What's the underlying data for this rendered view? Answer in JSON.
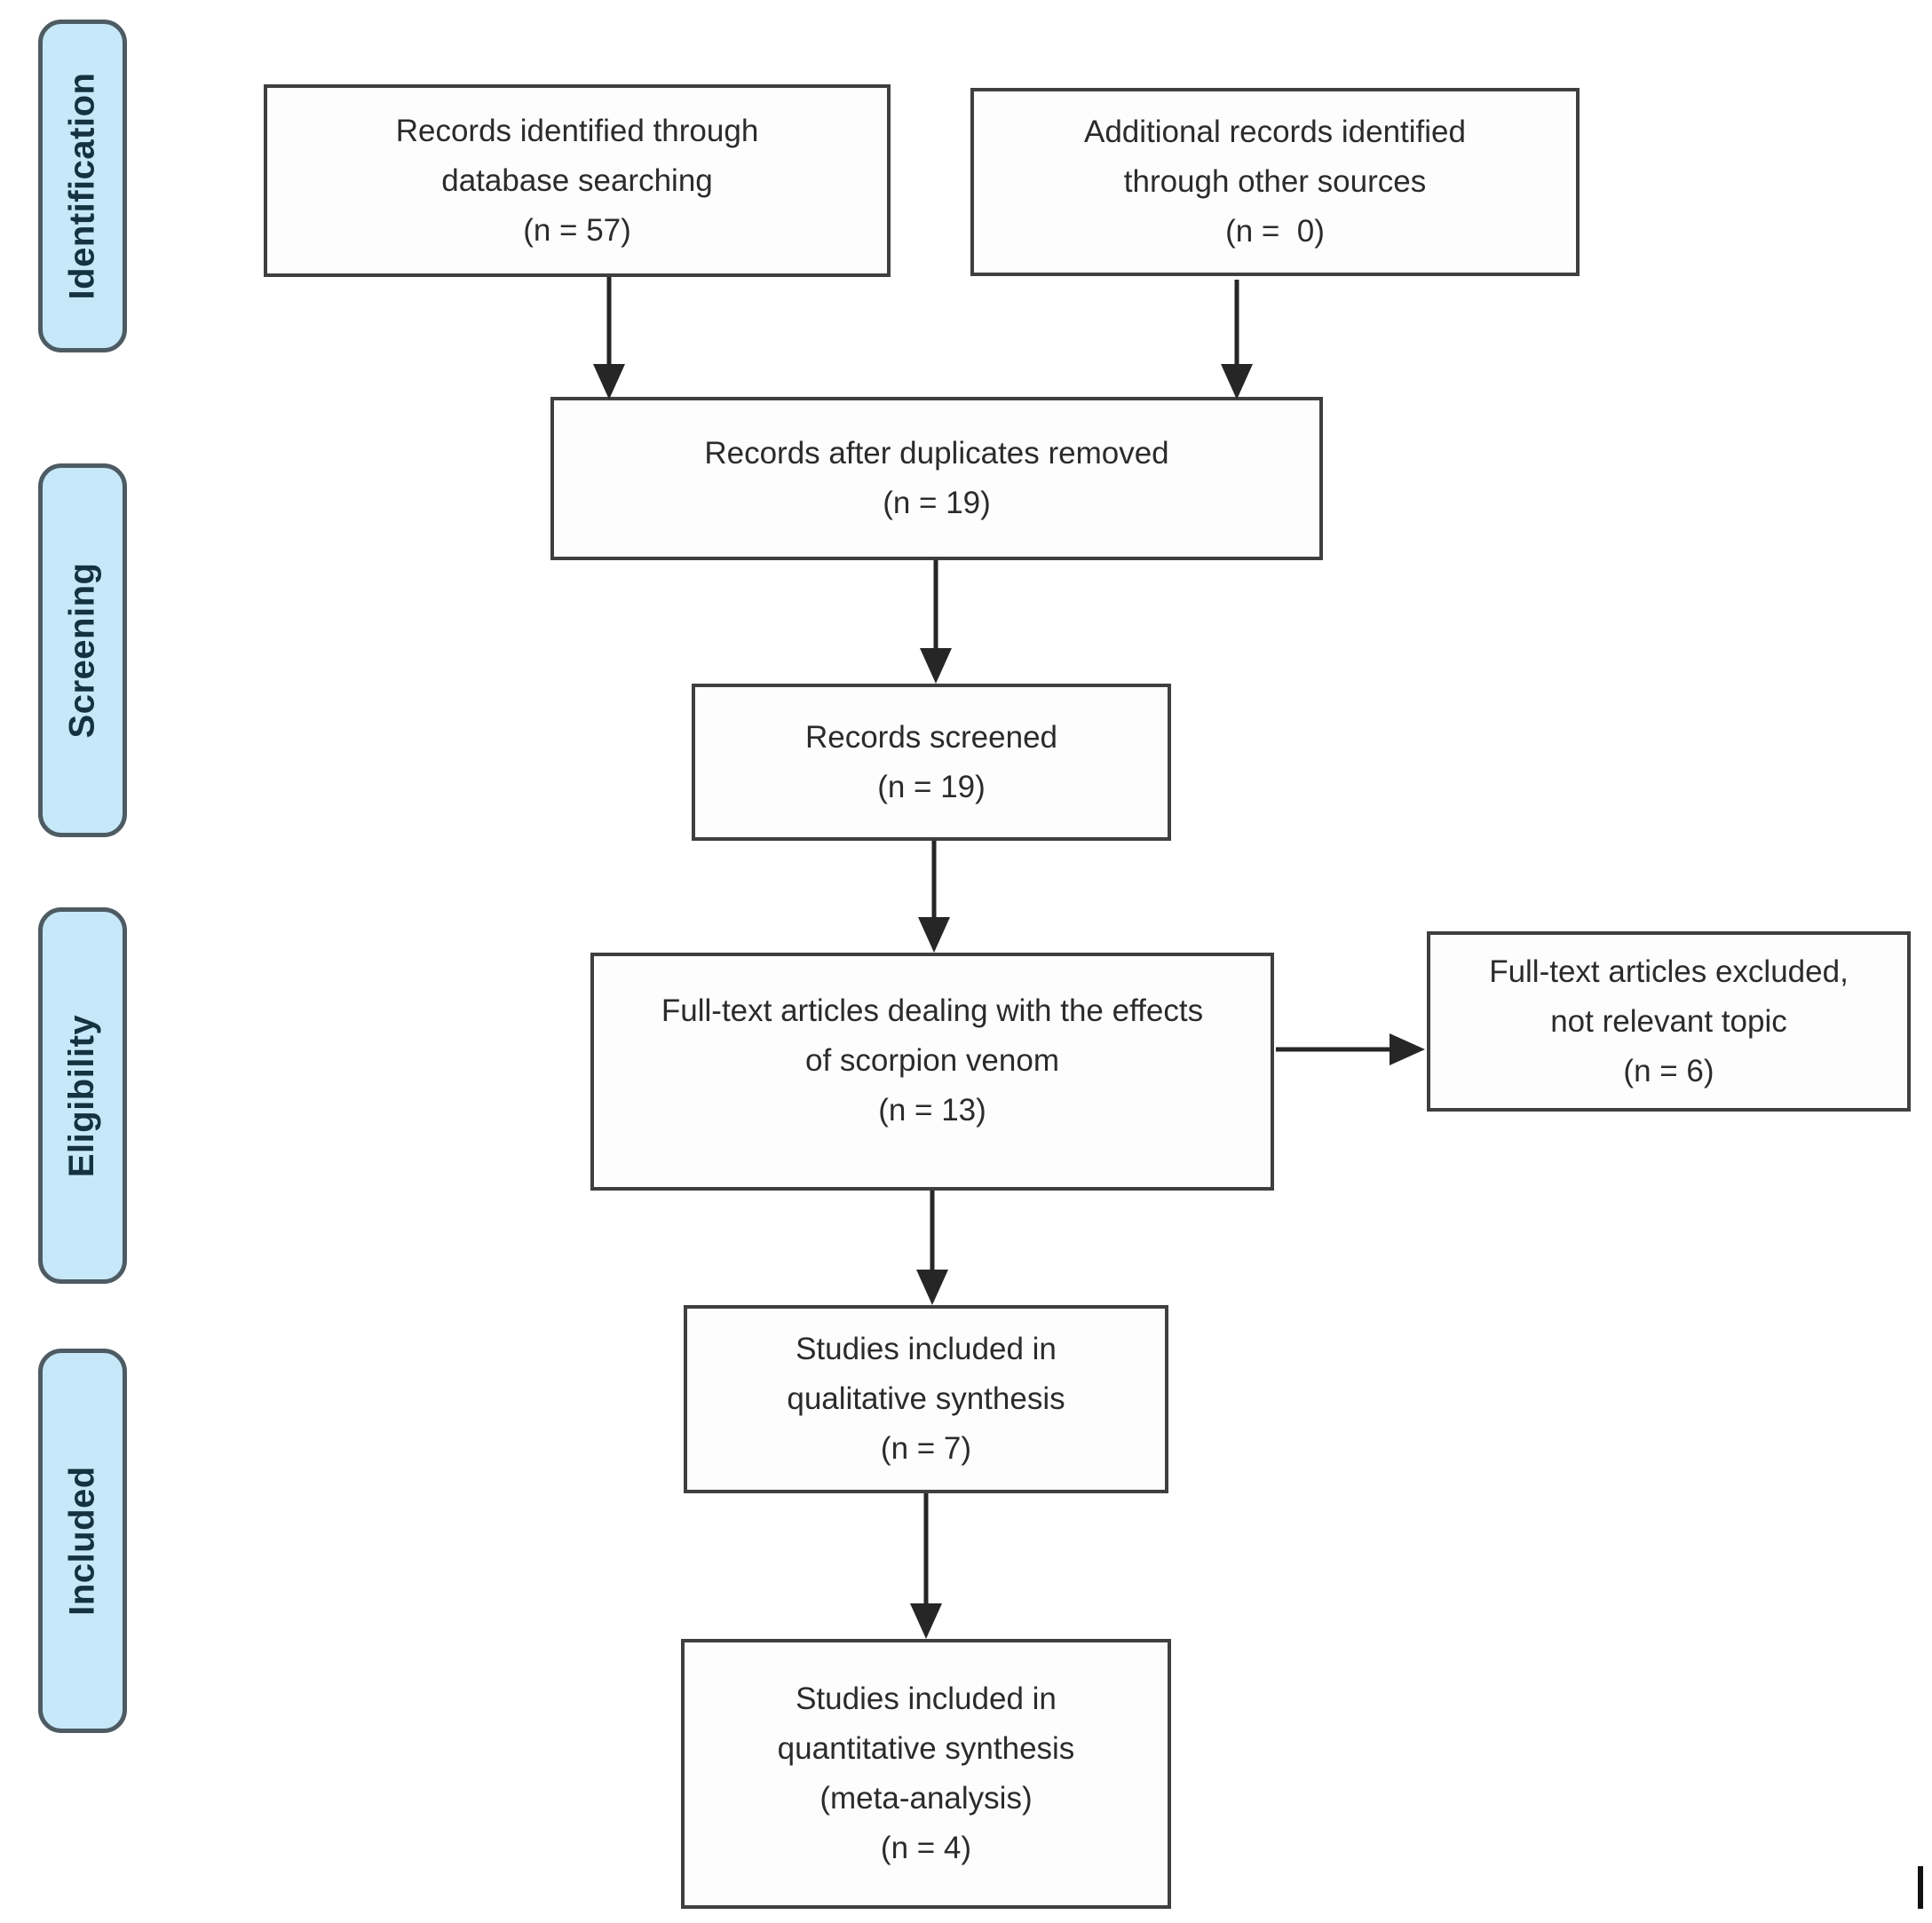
{
  "diagram": {
    "stages": [
      {
        "label": "Identification"
      },
      {
        "label": "Screening"
      },
      {
        "label": "Eligibility"
      },
      {
        "label": "Included"
      }
    ],
    "boxes": {
      "records_identified": {
        "text": "Records identified through\ndatabase searching\n(n = 57)"
      },
      "additional_records": {
        "text": "Additional records identified\nthrough other sources\n(n =  0)"
      },
      "after_duplicates": {
        "text": "Records after duplicates removed\n(n = 19)"
      },
      "records_screened": {
        "text": "Records screened\n(n = 19)"
      },
      "fulltext_assessed": {
        "text": "Full-text articles dealing with the effects\nof scorpion venom\n(n = 13)"
      },
      "fulltext_excluded": {
        "text": "Full-text articles excluded,\nnot relevant topic\n(n = 6)"
      },
      "qualitative_synthesis": {
        "text": "Studies included in\nqualitative synthesis\n(n = 7)"
      },
      "quantitative_synthesis": {
        "text": "Studies included in\nquantitative synthesis\n(meta-analysis)\n(n = 4)"
      }
    },
    "colors": {
      "stage_fill": "#c6e8f8",
      "stage_border": "#4e5b63",
      "stage_text": "#143240",
      "box_fill": "#fdfdfd",
      "box_border": "#3f3f3f",
      "box_text": "#2b2b2b",
      "arrow": "#262626",
      "background": "#ffffff"
    }
  }
}
